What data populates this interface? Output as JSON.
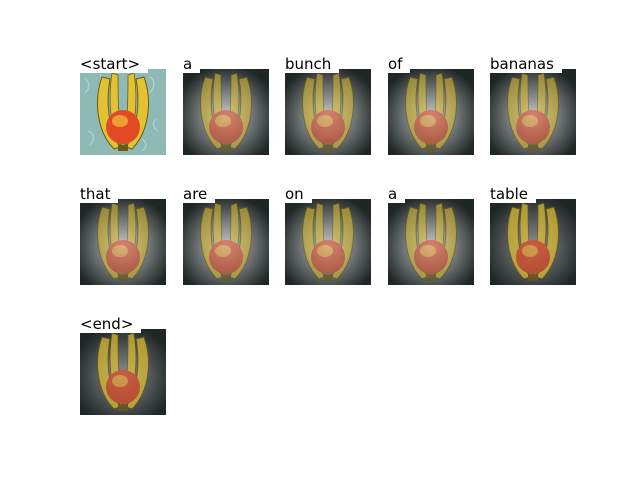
{
  "caption_tokens": [
    {
      "word": "<start>",
      "attention": "original"
    },
    {
      "word": "a",
      "attention": "diffuse"
    },
    {
      "word": "bunch",
      "attention": "diffuse"
    },
    {
      "word": "of",
      "attention": "diffuse"
    },
    {
      "word": "bananas",
      "attention": "diffuse"
    },
    {
      "word": "that",
      "attention": "diffuse"
    },
    {
      "word": "are",
      "attention": "diffuse"
    },
    {
      "word": "on",
      "attention": "diffuse"
    },
    {
      "word": "a",
      "attention": "diffuse"
    },
    {
      "word": "table",
      "attention": "focused"
    },
    {
      "word": "<end>",
      "attention": "focused"
    }
  ],
  "colors": {
    "tablecloth": "#8fb9b4",
    "banana": "#e2c233",
    "banana_shadow": "#6d5a12",
    "apple": "#e04a24",
    "apple_highlight": "#f3c23a",
    "attention_dark": "#1f2626",
    "attention_light": "#e6e6e6"
  }
}
